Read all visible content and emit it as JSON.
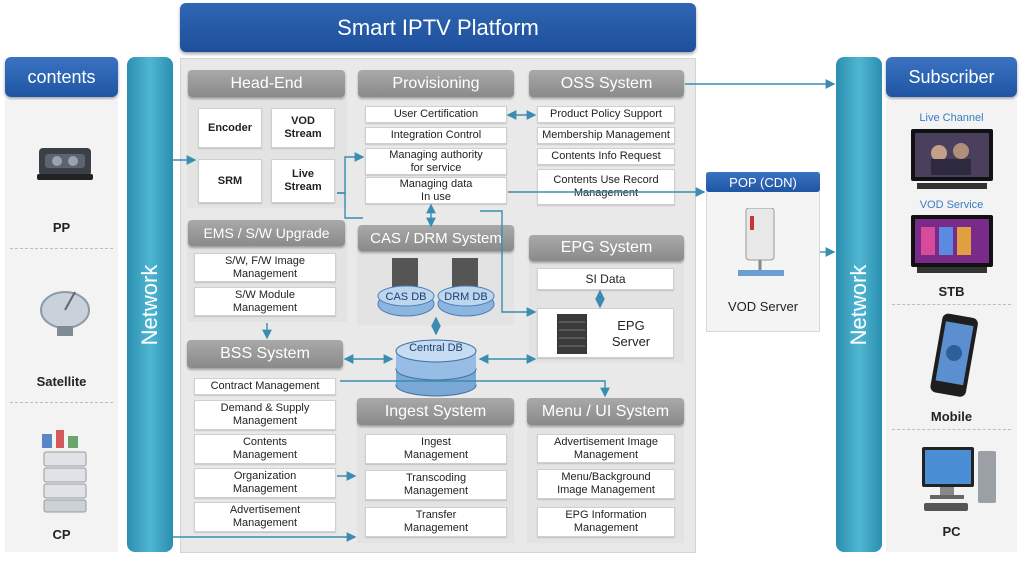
{
  "title": "Smart  IPTV Platform",
  "left": {
    "header": "contents",
    "items": [
      "PP",
      "Satellite",
      "CP"
    ]
  },
  "network_label": "Network",
  "right": {
    "header": "Subscriber",
    "live_label": "Live Channel",
    "vod_label": "VOD Service",
    "items": [
      "STB",
      "Mobile",
      "PC"
    ]
  },
  "headend": {
    "title": "Head-End",
    "boxes": [
      "Encoder",
      "VOD\nStream",
      "SRM",
      "Live\nStream"
    ]
  },
  "provisioning": {
    "title": "Provisioning",
    "items": [
      "User Certification",
      "Integration Control",
      "Managing authority\nfor service",
      "Managing data\nIn use"
    ]
  },
  "oss": {
    "title": "OSS System",
    "items": [
      "Product Policy Support",
      "Membership Management",
      "Contents  Info Request",
      "Contents  Use Record\nManagement"
    ]
  },
  "ems": {
    "title": "EMS / S/W Upgrade",
    "items": [
      "S/W,  F/W Image\nManagement",
      "S/W Module\nManagement"
    ]
  },
  "cas": {
    "title": "CAS / DRM System",
    "db1": "CAS DB",
    "db2": "DRM DB"
  },
  "epg": {
    "title": "EPG System",
    "si": "SI Data",
    "server": "EPG\nServer"
  },
  "central_db": "Central DB",
  "bss": {
    "title": "BSS System",
    "items": [
      "Contract Management",
      "Demand & Supply\nManagement",
      "Contents\nManagement",
      "Organization\nManagement",
      "Advertisement\nManagement"
    ]
  },
  "ingest": {
    "title": "Ingest System",
    "items": [
      "Ingest\nManagement",
      "Transcoding\nManagement",
      "Transfer\nManagement"
    ]
  },
  "menu": {
    "title": "Menu / UI System",
    "items": [
      "Advertisement  Image\nManagement",
      "Menu/Background\nImage Management",
      "EPG Information\nManagement"
    ]
  },
  "pop": {
    "title": "POP (CDN)",
    "server": "VOD Server"
  },
  "colors": {
    "title_blue": "#1d4f9c",
    "network_teal": "#3aa5c4",
    "connector": "#3a8db0"
  }
}
